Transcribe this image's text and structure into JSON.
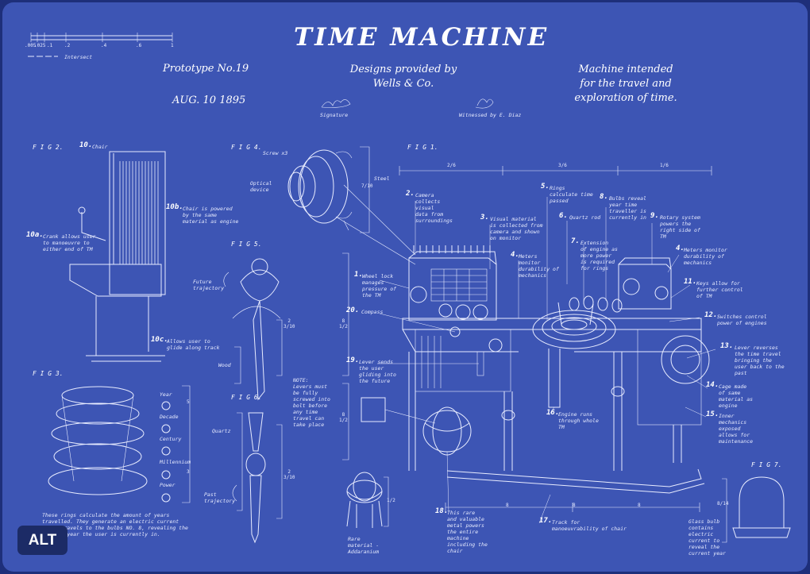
{
  "header": {
    "title": "TIME MACHINE",
    "prototype": "Prototype No.19",
    "date": "AUG. 10 1895",
    "designs": "Designs provided by\nWells & Co.",
    "purpose": "Machine intended\nfor the travel and\nexploration of time.",
    "signature_label": "Signature",
    "witness_label": "Witnessed by E. Diaz"
  },
  "scale": {
    "ticks": [
      ".005",
      ".025",
      ".1",
      ".2",
      ".4",
      ".6",
      "1"
    ],
    "intersect_label": "Intersect"
  },
  "figures": {
    "fig1": "F I G  1.",
    "fig2": "F I G  2.",
    "fig3": "F I G  3.",
    "fig4": "F I G  4.",
    "fig5": "F I G  5.",
    "fig6": "F I G  6.",
    "fig7": "F I G  7."
  },
  "fig2_labels": {
    "n10": "10.",
    "n10_text": "Chair",
    "n10a": "10a.",
    "n10a_text": "Crank allows user\nto manoeuvre to\neither end of TM",
    "n10b": "10b.",
    "n10b_text": "Chair is powered\nby the same\nmaterial as engine",
    "n10c": "10c.",
    "n10c_text": "Allows user to\nglide along track"
  },
  "fig3_labels": {
    "year": "Year",
    "decade": "Decade",
    "century": "Century",
    "millennium": "Millennium",
    "power": "Power",
    "d1": "5",
    "d2": "3",
    "note": "These rings calculate the amount of years\ntravelled. They generate an electric current\nwhich travels to the bulbs NO. 8, revealing the\ncurrent year the user is currently in."
  },
  "fig4_labels": {
    "screw": "Screw x3",
    "optical": "Optical\ndevice",
    "steel": "Steel",
    "d": "7/10"
  },
  "fig5_labels": {
    "future": "Future\ntrajectory",
    "wood": "Wood",
    "d": "2\n3/10",
    "note": "NOTE:\nLevers must\nbe fully\nscrewed into\nbolt before\nany time\ntravel can\ntake place"
  },
  "fig6_labels": {
    "quartz": "Quartz",
    "past": "Past\ntrajectory",
    "d": "2\n3/10"
  },
  "fig7_labels": {
    "d": "8/14",
    "note": "Glass bulb\ncontains\nelectric\ncurrent to\nreveal the\ncurrent year"
  },
  "fig1_dims": {
    "top": [
      "2/6",
      "3/6",
      "1/6"
    ],
    "left_a": "8\n1/2",
    "left_b": "8\n1/2",
    "bottom": [
      "8",
      "8",
      "8"
    ]
  },
  "callouts": [
    {
      "n": "1.",
      "text": "Wheel lock\nmanages\npressure of\nthe TM"
    },
    {
      "n": "2.",
      "text": "Camera\ncollects\nvisual\ndata from\nsurroundings"
    },
    {
      "n": "3.",
      "text": "Visual material\nis collected from\ncamera and shown\non monitor"
    },
    {
      "n": "4.",
      "text": "Meters\nmonitor\ndurability of\nmechanics"
    },
    {
      "n": "4.",
      "text": "Meters monitor\ndurability of\nmechanics"
    },
    {
      "n": "5.",
      "text": "Rings\ncalculate time\npassed"
    },
    {
      "n": "6.",
      "text": "Quartz rod"
    },
    {
      "n": "7.",
      "text": "Extension\nof engine as\nmore power\nis required\nfor rings"
    },
    {
      "n": "8.",
      "text": "Bulbs reveal\nyear time\ntraveller is\ncurrently in"
    },
    {
      "n": "9.",
      "text": "Rotary system\npowers the\nright side of\nTM"
    },
    {
      "n": "11.",
      "text": "Keys allow for\nfurther control\nof TM"
    },
    {
      "n": "12.",
      "text": "Switches control\npower of engines"
    },
    {
      "n": "13.",
      "text": "Lever reverses\nthe time travel\nbringing the\nuser back to the\npast"
    },
    {
      "n": "14.",
      "text": "Cage made\nof same\nmaterial as\nengine"
    },
    {
      "n": "15.",
      "text": "Inner\nmechanics\nexposed\nallows for\nmaintenance"
    },
    {
      "n": "16.",
      "text": "Engine runs\nthrough whole\nTM"
    },
    {
      "n": "17.",
      "text": "Track for\nmanoeuvrability of chair"
    },
    {
      "n": "18.",
      "text": "This rare\nand valuable\nmetal powers\nthe entire\nmachine\nincluding the\nchair"
    },
    {
      "n": "19.",
      "text": "Lever sends\nthe user\ngliding into\nthe future"
    },
    {
      "n": "20.",
      "text": "Compass"
    }
  ],
  "knot_labels": {
    "rare": "Rare\nmaterial -\nAddaranium",
    "d": "1/2"
  },
  "overlay": {
    "alt_badge": "ALT"
  },
  "colors": {
    "background": "#3d55b4",
    "line": "#e8ecff",
    "frame": "#1e2f7a"
  }
}
